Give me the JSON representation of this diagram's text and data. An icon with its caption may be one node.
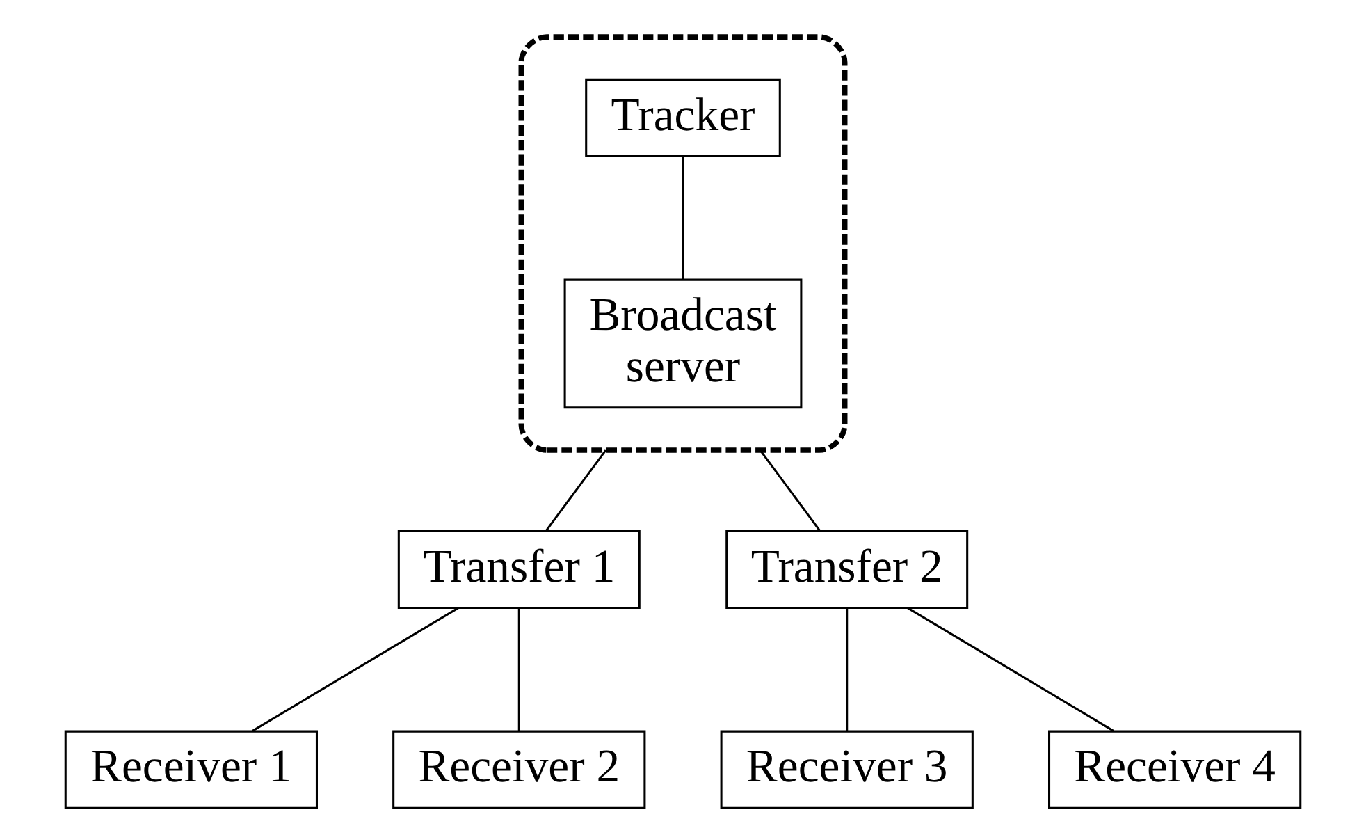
{
  "diagram": {
    "nodes": [
      {
        "text": [],
        "shape": "ellipse"
      },
      {
        "text": [
          "Tracker"
        ],
        "in": 0
      },
      {
        "text": [
          "Broadcast server"
        ],
        "in": 0
      },
      {
        "text": [
          "Transfer 1"
        ]
      },
      {
        "text": [
          "Transfer 2"
        ]
      },
      {
        "text": [
          "Receiver 1"
        ]
      },
      {
        "text": [
          "Receiver 2"
        ]
      },
      {
        "text": [
          "Receiver 3"
        ]
      },
      {
        "text": [
          "Receiver 4"
        ]
      }
    ],
    "edges": [
      {
        "from": 1,
        "to": 2,
        "arrow": "none"
      },
      {
        "from": 0,
        "to": 3,
        "arrow": "none"
      },
      {
        "from": 0,
        "to": 4,
        "arrow": "none"
      },
      {
        "from": 3,
        "to": 5,
        "arrow": "none"
      },
      {
        "from": 3,
        "to": 6,
        "arrow": "none"
      },
      {
        "from": 4,
        "to": 7,
        "arrow": "none"
      },
      {
        "from": 4,
        "to": 8,
        "arrow": "none"
      }
    ]
  }
}
